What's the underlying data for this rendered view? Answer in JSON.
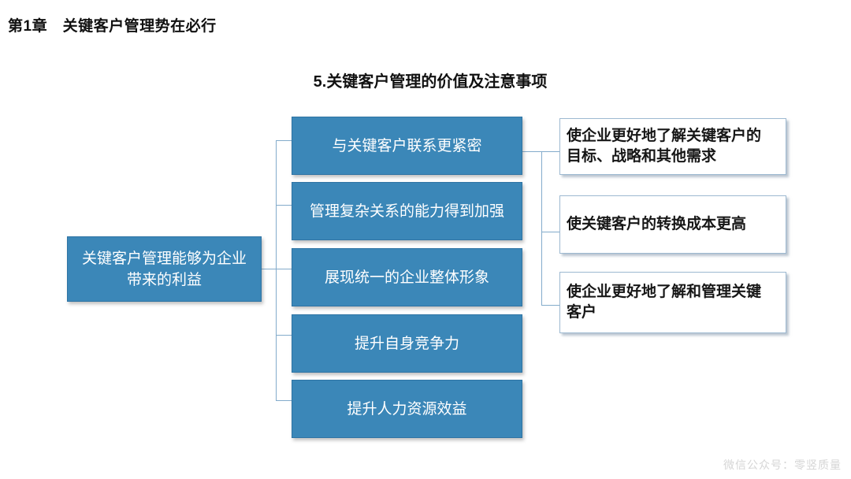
{
  "page": {
    "chapter_title": "第1章　关键客户管理势在必行",
    "slide_title": "5.关键客户管理的价值及注意事项",
    "watermark": "微信公众号：零竖质量"
  },
  "diagram": {
    "type": "tree",
    "root": {
      "label": "关键客户管理能够为企业带来的利益"
    },
    "benefits": [
      {
        "label": "与关键客户联系更紧密"
      },
      {
        "label": "管理复杂关系的能力得到加强"
      },
      {
        "label": "展现统一的企业整体形象"
      },
      {
        "label": "提升自身竞争力"
      },
      {
        "label": "提升人力资源效益"
      }
    ],
    "details": [
      {
        "label": "使企业更好地了解关键客户的目标、战略和其他需求"
      },
      {
        "label": "使关键客户的转换成本更高"
      },
      {
        "label": "使企业更好地了解和管理关键客户"
      }
    ],
    "colors": {
      "node_fill": "#3B87B8",
      "node_border": "#2F74A4",
      "node_text": "#FFFFFF",
      "detail_fill": "#FFFFFF",
      "detail_border": "#9DB9D1",
      "detail_text": "#161616",
      "connector": "#83ABCB",
      "title_text": "#111111",
      "watermark_text": "#D6D6D6"
    }
  }
}
